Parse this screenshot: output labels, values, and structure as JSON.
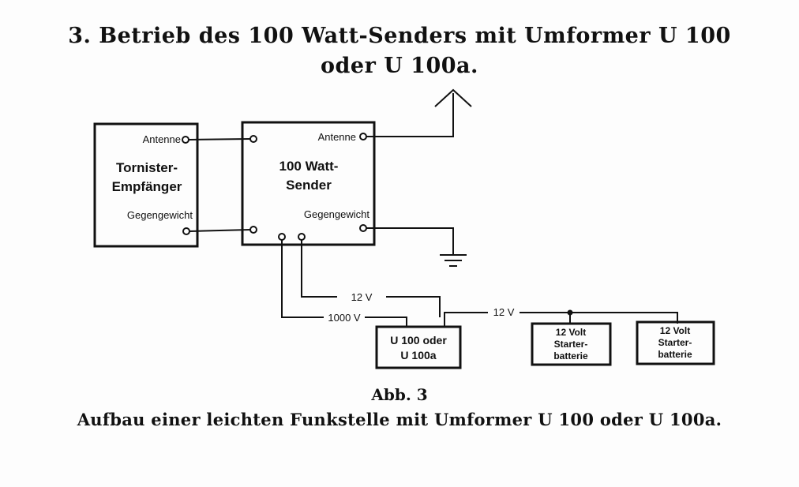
{
  "title": {
    "line1": "3. Betrieb des 100 Watt-Senders mit Umformer U 100",
    "line2": "oder U 100a."
  },
  "diagram": {
    "receiver": {
      "name_line1": "Tornister-",
      "name_line2": "Empfänger",
      "antenna": "Antenne",
      "counterpoise": "Gegengewicht"
    },
    "transmitter": {
      "name_line1": "100 Watt-",
      "name_line2": "Sender",
      "antenna": "Antenne",
      "counterpoise": "Gegengewicht"
    },
    "converter": {
      "name_line1": "U 100 oder",
      "name_line2": "U 100a"
    },
    "battery1": {
      "line1": "12 Volt",
      "line2": "Starter-",
      "line3": "batterie"
    },
    "battery2": {
      "line1": "12 Volt",
      "line2": "Starter-",
      "line3": "batterie"
    },
    "wire_labels": {
      "v12_upper": "12 V",
      "v1000": "1000 V",
      "v12_right": "12 V"
    }
  },
  "caption": {
    "figure": "Abb. 3",
    "text": "Aufbau einer leichten Funkstelle mit Umformer U 100 oder U 100a."
  }
}
